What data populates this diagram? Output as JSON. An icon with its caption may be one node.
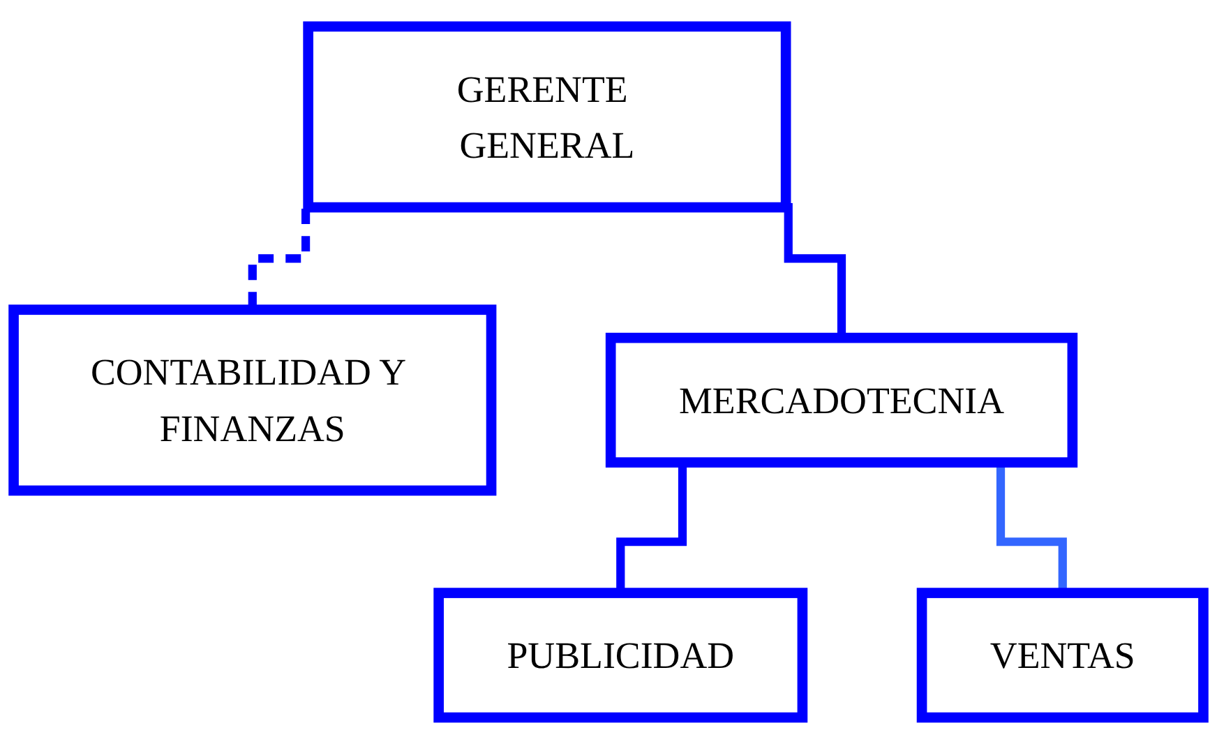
{
  "diagram": {
    "nodes": [
      {
        "text": [
          "GERENTE GENERAL"
        ]
      },
      {
        "text": [
          "CONTABILIDAD Y FINANZAS"
        ]
      },
      {
        "text": [
          "MERCADOTECNIA"
        ]
      },
      {
        "text": [
          "PUBLICIDAD"
        ]
      },
      {
        "text": [
          "VENTAS"
        ]
      }
    ],
    "edges": [
      {
        "from": 0,
        "to": 2,
        "arrow": "none"
      },
      {
        "from": 0,
        "to": 1,
        "arrow": "none",
        "style": "dashed"
      },
      {
        "from": 2,
        "to": 3,
        "arrow": "none"
      },
      {
        "from": 2,
        "to": 4,
        "arrow": "none",
        "color": "#3366ff"
      }
    ]
  }
}
